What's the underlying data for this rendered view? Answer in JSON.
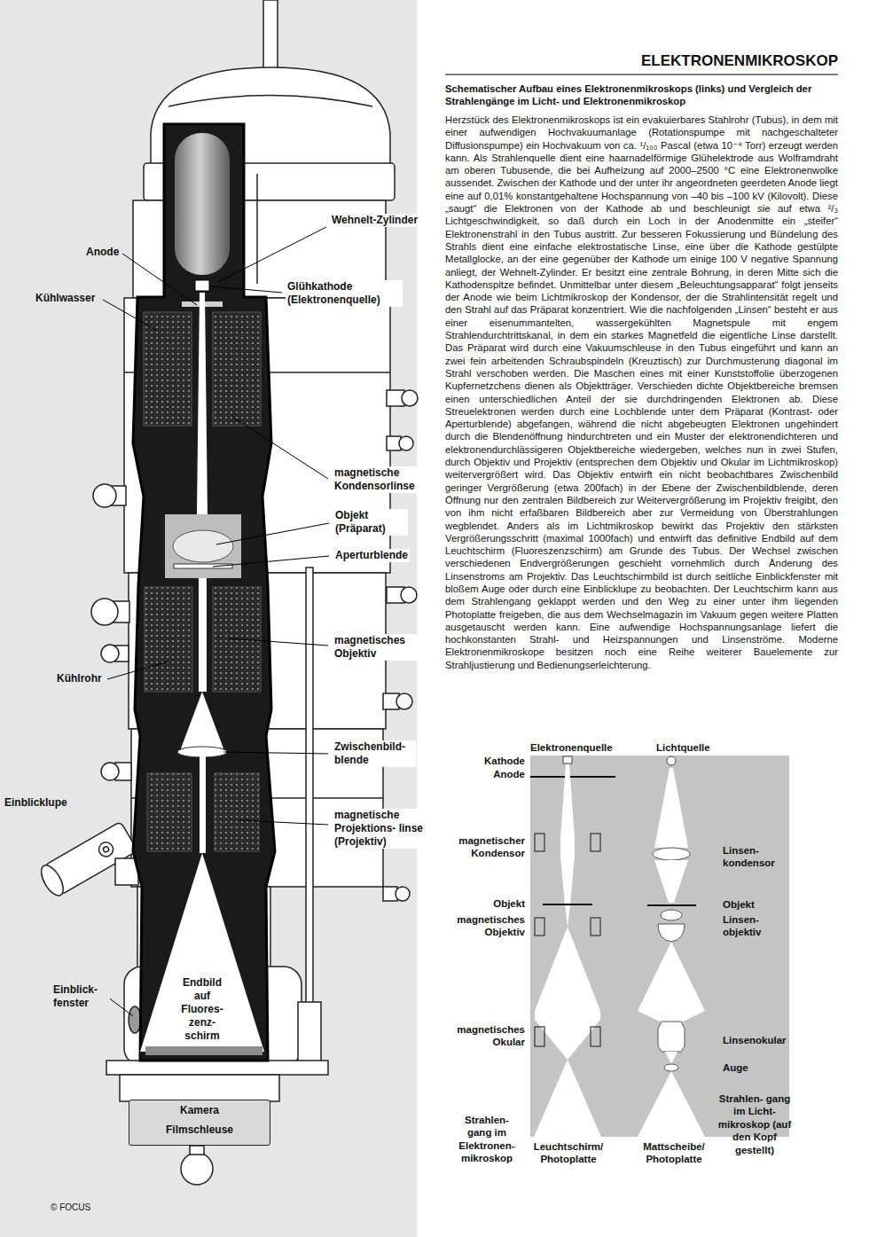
{
  "diagram": {
    "title": "ELEKTRONENMIKROSKOP",
    "caption": "Schematischer Aufbau eines Elektronenmikroskops (links) und Vergleich der Strahlengänge im Licht- und Elektronenmikroskop",
    "nodes": [
      {
        "text": [
          "Kamera",
          "Filmschleuse"
        ]
      }
    ],
    "labels": [
      "Wehnelt-Zylinder",
      "Anode",
      "Kühlwasser",
      "Glühkathode (Elektronenquelle)",
      "magnetische Kondensorlinse",
      "Objekt (Präparat)",
      "Aperturblende",
      "magnetisches Objektiv",
      "Kühlrohr",
      "Zwischenbild- blende",
      "Einblicklupe",
      "magnetische Projektions- linse (Projektiv)",
      "Einblick- fenster",
      "Endbild auf Fluores- zenz- schirm",
      "© FOCUS",
      "Herzstück des Elektronenmikroskops ist ein evakuierbares Stahlrohr (Tubus), in dem mit einer aufwendigen Hochvakuumanlage (Rotationspumpe mit nachgeschalteter Diffusionspumpe) ein Hochvakuum von ca. ¹/₁₀₀ Pascal (etwa 10⁻⁴ Torr) erzeugt werden kann. Als Strahlenquelle dient eine haarnadelförmige Glühelektrode aus Wolframdraht am oberen Tubusende, die bei Aufheizung auf 2000–2500 °C eine Elektronenwolke aussendet. Zwischen der Kathode und der unter ihr angeordneten geerdeten Anode liegt eine auf 0,01% konstantgehaltene Hochspannung von –40 bis –100 kV (Kilovolt). Diese „saugt“ die Elektronen von der Kathode ab und beschleunigt sie auf etwa ²/₃ Lichtgeschwindigkeit, so daß durch ein Loch in der Anodenmitte ein „steifer“ Elektronenstrahl in den Tubus austritt. Zur besseren Fokussierung und Bündelung des Strahls dient eine einfache elektrostatische Linse, eine über die Kathode gestülpte Metallglocke, an der eine gegenüber der Kathode um einige 100 V negative Spannung anliegt, der Wehnelt-Zylinder. Er besitzt eine zentrale Bohrung, in deren Mitte sich die Kathodenspitze befindet. Unmittelbar unter diesem „Beleuchtungsapparat“ folgt jenseits der Anode wie beim Lichtmikroskop der Kondensor, der die Strahlintensität regelt und den Strahl auf das Präparat konzentriert. Wie die nachfolgenden „Linsen“ besteht er aus einer eisenummantelten, wassergekühlten Magnetspule mit engem Strahlendurchtrittskanal, in dem ein starkes Magnetfeld die eigentliche Linse darstellt. Das Präparat wird durch eine Vakuumschleuse in den Tubus eingeführt und kann an zwei fein arbeitenden Schraubspindeln (Kreuztisch) zur Durchmusterung diagonal im Strahl verschoben werden. Die Maschen eines mit einer Kunststoffolie überzogenen Kupfernetzchens dienen als Objektträger. Verschieden dichte Objektbereiche bremsen einen unterschiedlichen Anteil der sie durchdringenden Elektronen ab. Diese Streuelektronen werden durch eine Lochblende unter dem Präparat (Kontrast- oder Aperturblende) abgefangen, während die nicht abgebeugten Elektronen ungehindert durch die Blendenöffnung hindurchtreten und ein Muster der elektronendichteren und elektronendurchlässigeren Objektbereiche wiedergeben, welches nun in zwei Stufen, durch Objektiv und Projektiv (entsprechen dem Objektiv und Okular im Lichtmikroskop) weitervergrößert wird. Das Objektiv entwirft ein nicht beobachtbares Zwischenbild geringer Vergrößerung (etwa 200fach) in der Ebene der Zwischenbildblende, deren Öffnung nur den zentralen Bildbereich zur Weitervergrößerung im Projektiv freigibt, den von ihm nicht erfaßbaren Bildbereich aber zur Vermeidung von Überstrahlungen wegblendet. Anders als im Lichtmikroskop bewirkt das Projektiv den stärksten Vergrößerungsschritt (maximal 1000fach) und entwirft das definitive Endbild auf dem Leuchtschirm (Fluoreszenzschirm) am Grunde des Tubus. Der Wechsel zwischen verschiedenen Endvergrößerungen geschieht vornehmlich durch Änderung des Linsenstroms am Projektiv. Das Leuchtschirmbild ist durch seitliche Einblickfenster mit bloßem Auge oder durch eine Einblicklupe zu beobachten. Der Leuchtschirm kann aus dem Strahlengang geklappt werden und den Weg zu einer unter ihm liegenden Photoplatte freigeben, die aus dem Wechselmagazin im Vakuum gegen weitere Platten ausgetauscht werden kann. Eine aufwendige Hochspannungsanlage liefert die hochkonstanten Strahl- und Heizspannungen und Linsenströme. Moderne Elektronenmikroskope besitzen noch eine Reihe weiterer Bauelemente zur Strahljustierung und Bedienungserleichterung.",
      "Elektronenquelle",
      "Lichtquelle",
      "Kathode",
      "Anode",
      "magnetischer Kondensor",
      "Linsen- kondensor",
      "Objekt",
      "magnetisches Objektiv",
      "Objekt",
      "Linsen- objektiv",
      "magnetisches Okular",
      "Linsenokular",
      "Auge",
      "Strahlen- gang im Elektronen- mikroskop",
      "Strahlen- gang im Licht- mikroskop (auf den Kopf gestellt)",
      "Leuchtschirm/ Photoplatte",
      "Mattscheibe/ Photoplatte"
    ]
  }
}
